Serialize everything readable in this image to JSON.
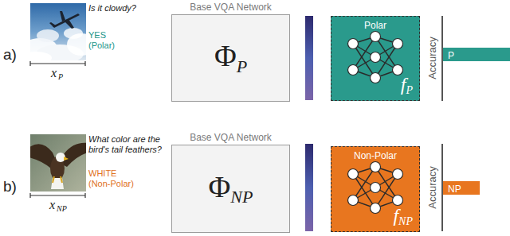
{
  "diagram": {
    "nodes": [
      {
        "text": [
          "Base VQA Network",
          "Φ",
          "P"
        ]
      },
      {
        "text": [
          "Polar",
          "f",
          "P"
        ]
      },
      {
        "text": [
          "P"
        ]
      },
      {
        "text": [
          "Base VQA Network",
          "Φ",
          "NP"
        ]
      },
      {
        "text": [
          "Non-Polar",
          "f",
          "NP"
        ]
      },
      {
        "text": [
          "NP"
        ]
      }
    ],
    "labels": [
      "a)",
      "Is it clowdy?",
      "YES",
      "(Polar)",
      "x",
      "P",
      "Accuracy",
      "b)",
      "What color are the bird's tail feathers?",
      "WHITE",
      "(Non-Polar)",
      "x",
      "NP",
      "Accuracy"
    ]
  }
}
